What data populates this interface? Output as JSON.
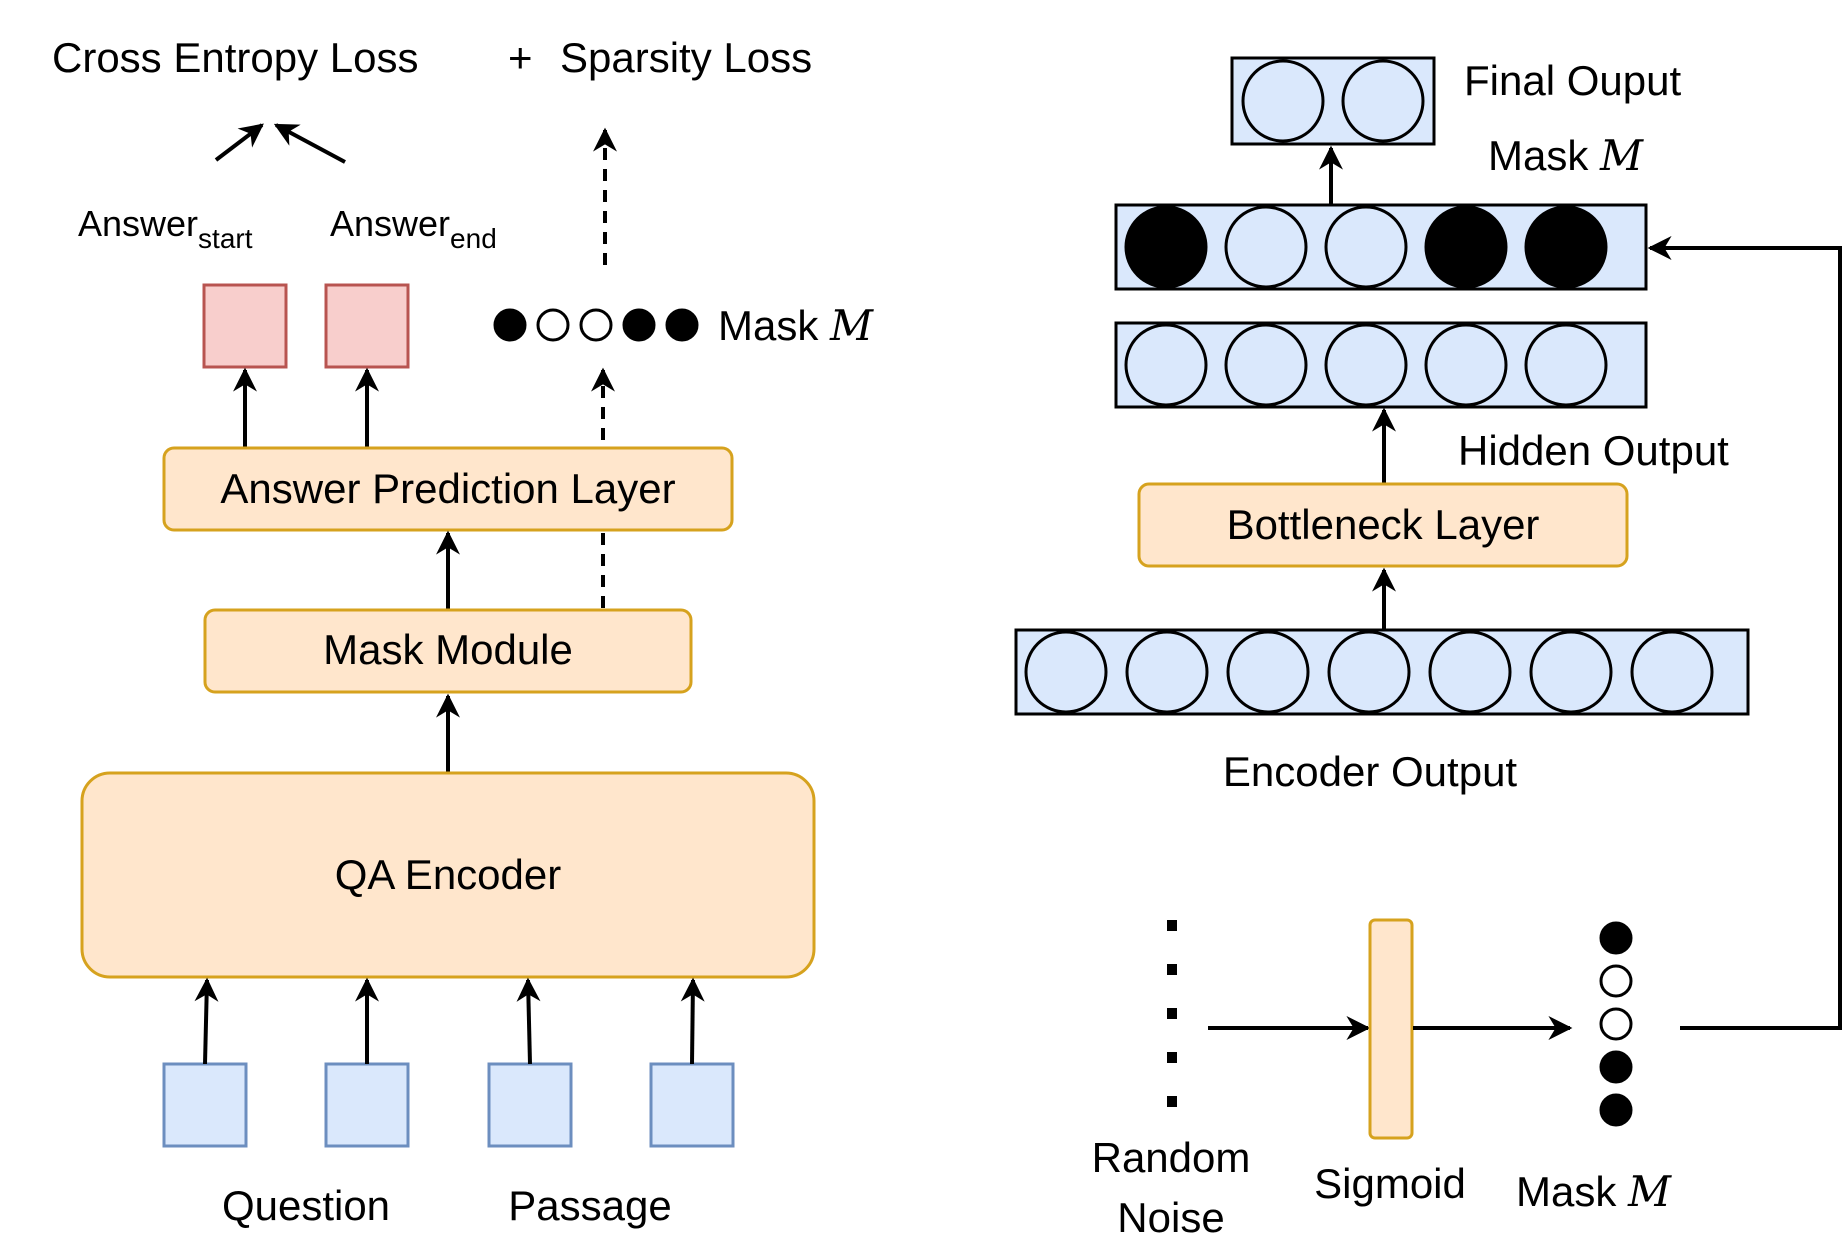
{
  "colors": {
    "orange_fill": "#ffe6cc",
    "orange_stroke": "#d6a21e",
    "blue_fill": "#dae8fc",
    "blue_stroke": "#6c8ebf",
    "red_fill": "#f8cecc",
    "red_stroke": "#b85450",
    "line": "#000000"
  },
  "left": {
    "loss": {
      "cross_entropy": "Cross Entropy Loss",
      "plus": "+",
      "sparsity": "Sparsity Loss"
    },
    "answer_start": {
      "base": "Answer",
      "sub": "start"
    },
    "answer_end": {
      "base": "Answer",
      "sub": "end"
    },
    "mask_label": {
      "text": "Mask",
      "symbol": "M"
    },
    "mask_pattern": [
      1,
      0,
      0,
      1,
      1
    ],
    "answer_prediction_layer": "Answer Prediction Layer",
    "mask_module": "Mask Module",
    "qa_encoder": "QA Encoder",
    "question_label": "Question",
    "passage_label": "Passage"
  },
  "right": {
    "final_output": {
      "label": "Final Ouput",
      "count": 2
    },
    "mask_row": {
      "text": "Mask",
      "symbol": "M",
      "pattern": [
        1,
        0,
        0,
        1,
        1
      ]
    },
    "hidden_output": {
      "label": "Hidden Output",
      "count": 5
    },
    "bottleneck_layer": "Bottleneck Layer",
    "encoder_output": {
      "label": "Encoder Output",
      "count": 7
    },
    "random_noise": {
      "line1": "Random",
      "line2": "Noise"
    },
    "sigmoid": "Sigmoid",
    "mask_bottom": {
      "text": "Mask",
      "symbol": "M",
      "pattern": [
        1,
        0,
        0,
        1,
        1
      ]
    }
  }
}
